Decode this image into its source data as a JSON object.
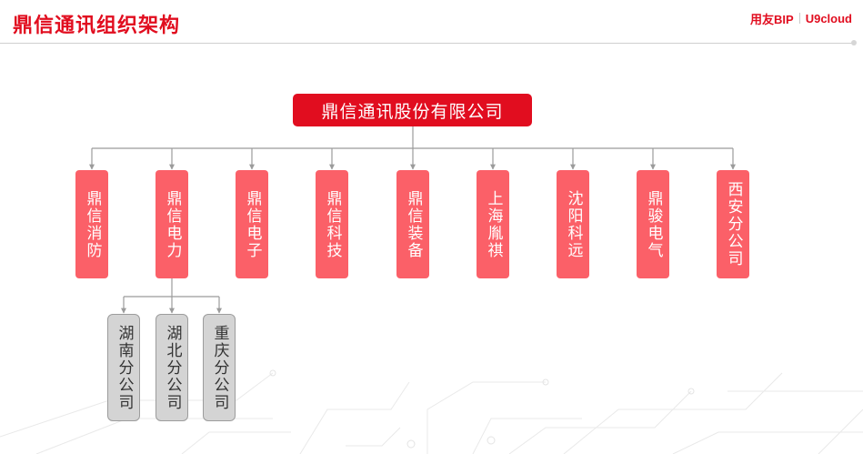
{
  "header": {
    "title": "鼎信通讯组织架构",
    "brand_primary": "用友BIP",
    "brand_secondary": "U9cloud"
  },
  "org": {
    "root": "鼎信通讯股份有限公司",
    "subsidiaries": [
      "鼎信消防",
      "鼎信电力",
      "鼎信电子",
      "鼎信科技",
      "鼎信装备",
      "上海胤祺",
      "沈阳科远",
      "鼎骏电气",
      "西安分公司"
    ],
    "power_branches": [
      "湖南分公司",
      "湖北分公司",
      "重庆分公司"
    ]
  },
  "colors": {
    "accent": "#e10d1f",
    "subsidiary_fill": "#fb6068",
    "branch_fill": "#d4d4d4",
    "connector": "#9b9b9b"
  }
}
